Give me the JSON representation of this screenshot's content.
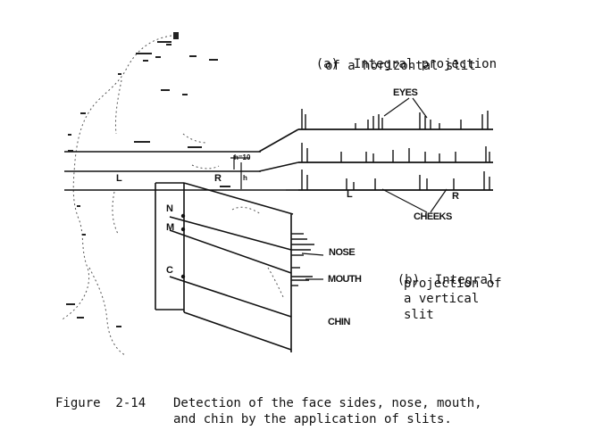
{
  "figure": {
    "part_a": {
      "tag": "(a)",
      "line1": "Integral projection",
      "line2": "of a horizontal slit"
    },
    "part_b": {
      "tag": "(b)",
      "line1": "Integral",
      "line2": "projection of",
      "line3": "a vertical",
      "line4": "slit"
    },
    "labels": {
      "eyes": "EYES",
      "cheeks": "CHEEKS",
      "nose": "NOSE",
      "mouth": "MOUTH",
      "chin": "CHIN",
      "left": "L",
      "right": "R",
      "n": "N",
      "m": "M",
      "c": "C",
      "slit_width": "h=10",
      "h": "h"
    },
    "caption": {
      "number": "Figure  2-14",
      "line1": "Detection of the face sides, nose, mouth,",
      "line2": "and chin by the application of slits."
    }
  }
}
